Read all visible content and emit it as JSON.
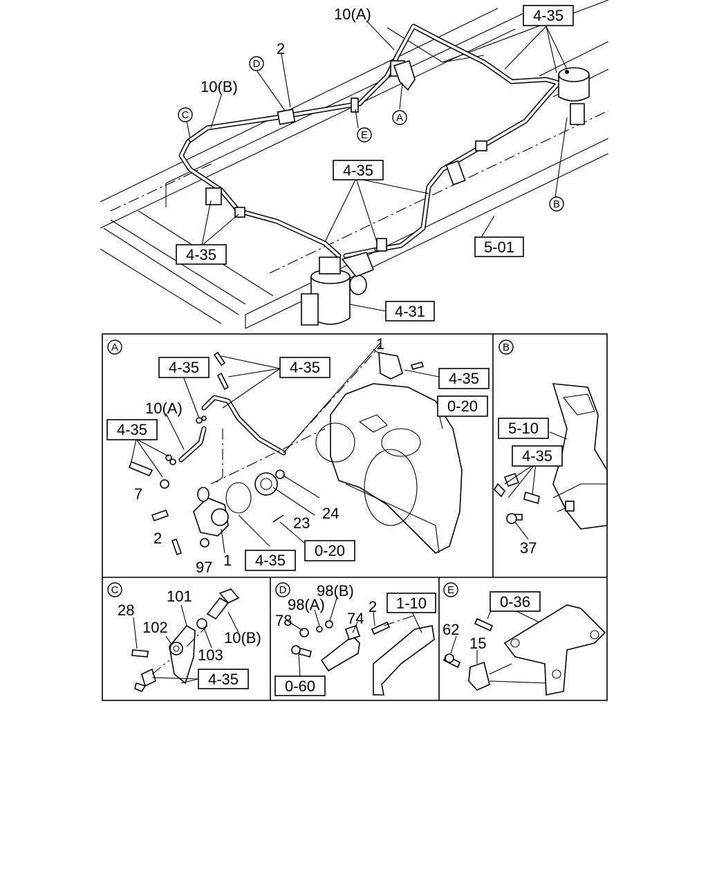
{
  "top": {
    "boxes": {
      "b435_top_right": "4-35",
      "b435_mid": "4-35",
      "b435_left": "4-35",
      "b501": "5-01",
      "b431": "4-31"
    },
    "labels": {
      "l10A": "10(A)",
      "l2": "2",
      "l10B": "10(B)"
    },
    "circles": {
      "A": "A",
      "B": "B",
      "C": "C",
      "D": "D",
      "E": "E"
    }
  },
  "panel_A": {
    "tag": "A",
    "boxes": {
      "b435_a": "4-35",
      "b435_b": "4-35",
      "b435_c": "4-35",
      "b435_d": "4-35",
      "b435_e": "4-35",
      "b020_a": "0-20",
      "b020_b": "0-20"
    },
    "labels": {
      "l10A": "10(A)",
      "l1_top": "1",
      "l7": "7",
      "l2": "2",
      "l97": "97",
      "l1": "1",
      "l23": "23",
      "l24": "24"
    }
  },
  "panel_B": {
    "tag": "B",
    "boxes": {
      "b510": "5-10",
      "b435": "4-35"
    },
    "labels": {
      "l37": "37"
    }
  },
  "panel_C": {
    "tag": "C",
    "boxes": {
      "b435": "4-35"
    },
    "labels": {
      "l28": "28",
      "l101": "101",
      "l102": "102",
      "l103": "103",
      "l10B": "10(B)"
    }
  },
  "panel_D": {
    "tag": "D",
    "boxes": {
      "b110": "1-10",
      "b060": "0-60"
    },
    "labels": {
      "l98B": "98(B)",
      "l98A": "98(A)",
      "l78": "78",
      "l74": "74",
      "l2": "2"
    }
  },
  "panel_E": {
    "tag": "E",
    "boxes": {
      "b036": "0-36"
    },
    "labels": {
      "l62": "62",
      "l15": "15"
    }
  }
}
